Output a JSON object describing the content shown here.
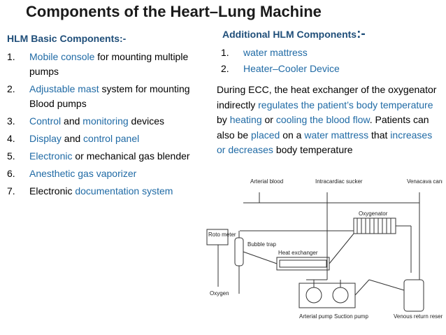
{
  "title": "Components of the Heart–Lung Machine",
  "basic": {
    "heading": "HLM Basic Components:-",
    "items": [
      {
        "num": "1.",
        "parts": [
          {
            "t": "Mobile console",
            "hl": true
          },
          {
            "t": " for mounting multiple pumps",
            "hl": false
          }
        ]
      },
      {
        "num": "2.",
        "parts": [
          {
            "t": "Adjustable mast",
            "hl": true
          },
          {
            "t": " system for mounting Blood pumps",
            "hl": false
          }
        ]
      },
      {
        "num": "3.",
        "parts": [
          {
            "t": "Control",
            "hl": true
          },
          {
            "t": " and ",
            "hl": false
          },
          {
            "t": "monitoring",
            "hl": true
          },
          {
            "t": " devices",
            "hl": false
          }
        ]
      },
      {
        "num": "4.",
        "parts": [
          {
            "t": "Display",
            "hl": true
          },
          {
            "t": " and ",
            "hl": false
          },
          {
            "t": "control panel",
            "hl": true
          }
        ]
      },
      {
        "num": "5.",
        "parts": [
          {
            "t": "Electronic",
            "hl": true
          },
          {
            "t": " or mechanical gas blender",
            "hl": false
          }
        ]
      },
      {
        "num": "6.",
        "parts": [
          {
            "t": "Anesthetic gas vaporizer",
            "hl": true
          }
        ]
      },
      {
        "num": "7.",
        "parts": [
          {
            "t": "Electronic ",
            "hl": false
          },
          {
            "t": "documentation system",
            "hl": true
          }
        ]
      }
    ]
  },
  "additional": {
    "heading": "Additional HLM Components",
    "heading_suffix": ":-",
    "items": [
      {
        "num": "1.",
        "text": "water mattress"
      },
      {
        "num": "2.",
        "text": "Heater–Cooler Device"
      }
    ]
  },
  "paragraph": [
    {
      "t": "During ECC, the heat exchanger of the oxygenator indirectly ",
      "hl": false
    },
    {
      "t": "regulates the patient’s body temperature",
      "hl": true
    },
    {
      "t": " by ",
      "hl": false
    },
    {
      "t": "heating",
      "hl": true
    },
    {
      "t": " or ",
      "hl": false
    },
    {
      "t": "cooling the blood flow",
      "hl": true
    },
    {
      "t": ". Patients can also be ",
      "hl": false
    },
    {
      "t": "placed",
      "hl": true
    },
    {
      "t": " on a ",
      "hl": false
    },
    {
      "t": "water mattress",
      "hl": true
    },
    {
      "t": " that ",
      "hl": false
    },
    {
      "t": "increases or decreases",
      "hl": true
    },
    {
      "t": " body temperature",
      "hl": false
    }
  ],
  "diagram": {
    "arterial_blood": "Arterial blood",
    "intracardiac_sucker": "Intracardiac sucker",
    "venacava_cannulae": "Venacava cannulae",
    "oxygenator": "Oxygenator",
    "roto_meter": "Roto meter",
    "bubble_trap": "Bubble trap",
    "heat_exchanger": "Heat exchanger",
    "oxygen": "Oxygen",
    "arterial_pump": "Arterial pump",
    "suction_pump": "Suction pump",
    "venous_return_reservoir": "Venous return reservoir"
  },
  "colors": {
    "highlight": "#1f6aa5",
    "heading": "#1f4e79",
    "text": "#000000"
  }
}
